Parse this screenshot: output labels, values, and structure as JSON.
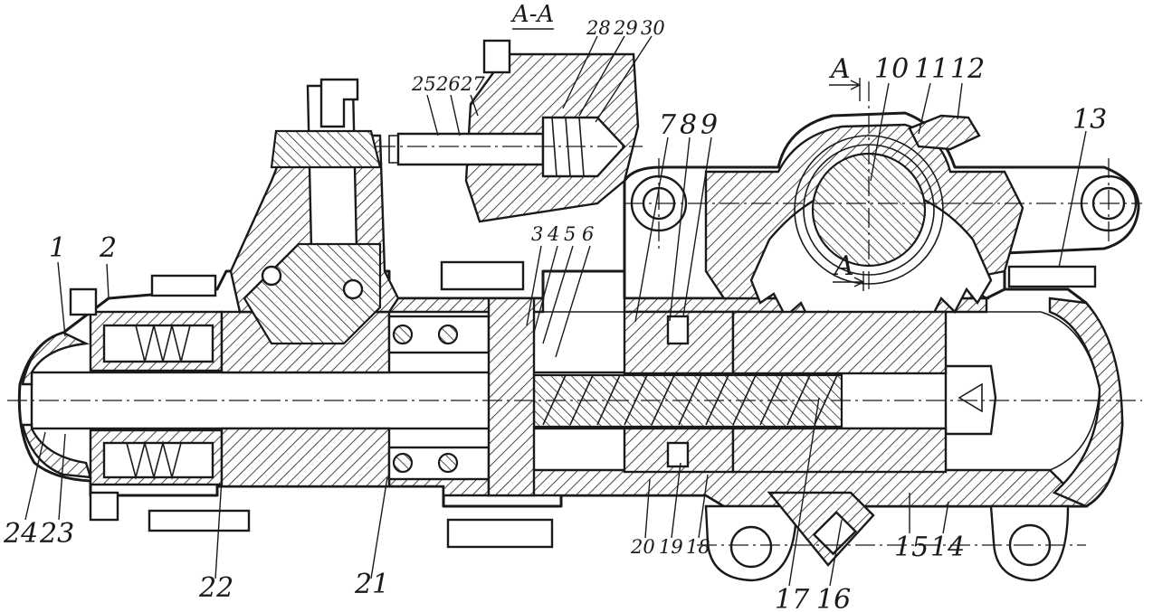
{
  "section": {
    "title": "A-A",
    "mark": "A"
  },
  "callouts": [
    {
      "id": "1",
      "text": "1"
    },
    {
      "id": "2",
      "text": "2"
    },
    {
      "id": "3",
      "text": "3"
    },
    {
      "id": "4",
      "text": "4"
    },
    {
      "id": "5",
      "text": "5"
    },
    {
      "id": "6",
      "text": "6"
    },
    {
      "id": "7",
      "text": "7"
    },
    {
      "id": "8",
      "text": "8"
    },
    {
      "id": "9",
      "text": "9"
    },
    {
      "id": "10",
      "text": "10"
    },
    {
      "id": "11",
      "text": "11"
    },
    {
      "id": "12",
      "text": "12"
    },
    {
      "id": "13",
      "text": "13"
    },
    {
      "id": "14",
      "text": "14"
    },
    {
      "id": "15",
      "text": "15"
    },
    {
      "id": "16",
      "text": "16"
    },
    {
      "id": "17",
      "text": "17"
    },
    {
      "id": "18",
      "text": "18"
    },
    {
      "id": "19",
      "text": "19"
    },
    {
      "id": "20",
      "text": "20"
    },
    {
      "id": "21",
      "text": "21"
    },
    {
      "id": "22",
      "text": "22"
    },
    {
      "id": "23",
      "text": "23"
    },
    {
      "id": "24",
      "text": "24"
    },
    {
      "id": "25",
      "text": "25"
    },
    {
      "id": "26",
      "text": "26"
    },
    {
      "id": "27",
      "text": "27"
    },
    {
      "id": "28",
      "text": "28"
    },
    {
      "id": "29",
      "text": "29"
    },
    {
      "id": "30",
      "text": "30"
    }
  ]
}
